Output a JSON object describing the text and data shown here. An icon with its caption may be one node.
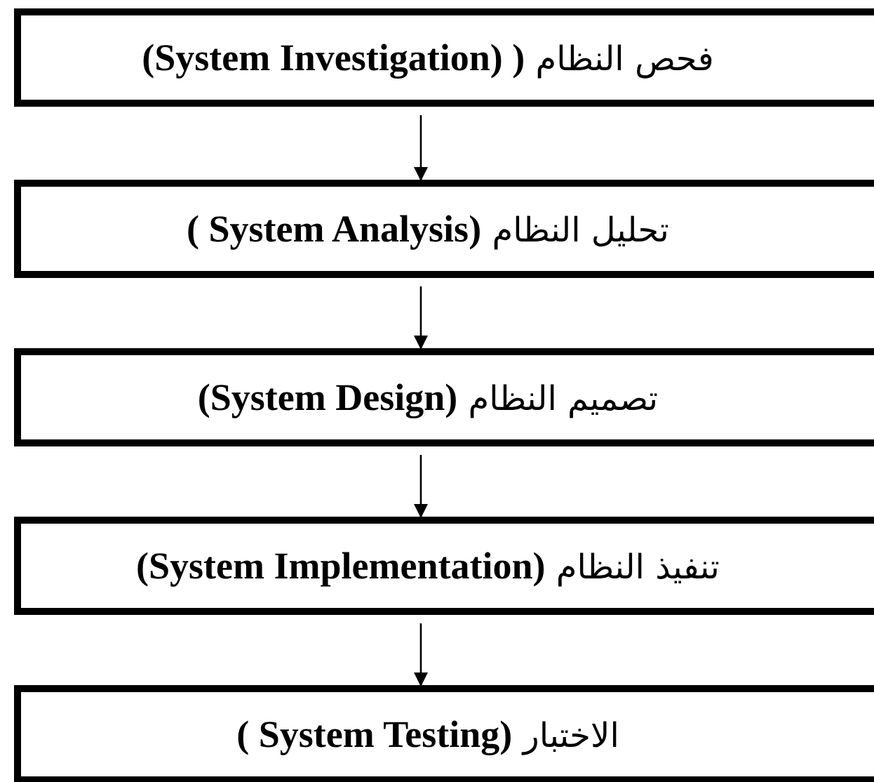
{
  "diagram": {
    "nodes": [
      {
        "text": [
          "فحص النظام **( (System Investigation)**"
        ]
      },
      {
        "text": [
          "تحليل النظام **(System Analysis )**"
        ]
      },
      {
        "text": [
          "تصميم النظام **(System Design)**"
        ]
      },
      {
        "text": [
          "تنفيذ النظام **(System Implementation)**"
        ]
      },
      {
        "text": [
          "الاختبار **(System Testing )**"
        ]
      }
    ],
    "edges": [
      {
        "from": 0,
        "to": 1,
        "arrow": "to"
      },
      {
        "from": 1,
        "to": 2,
        "arrow": "to"
      },
      {
        "from": 2,
        "to": 3,
        "arrow": "to"
      },
      {
        "from": 3,
        "to": 4,
        "arrow": "to"
      }
    ]
  }
}
